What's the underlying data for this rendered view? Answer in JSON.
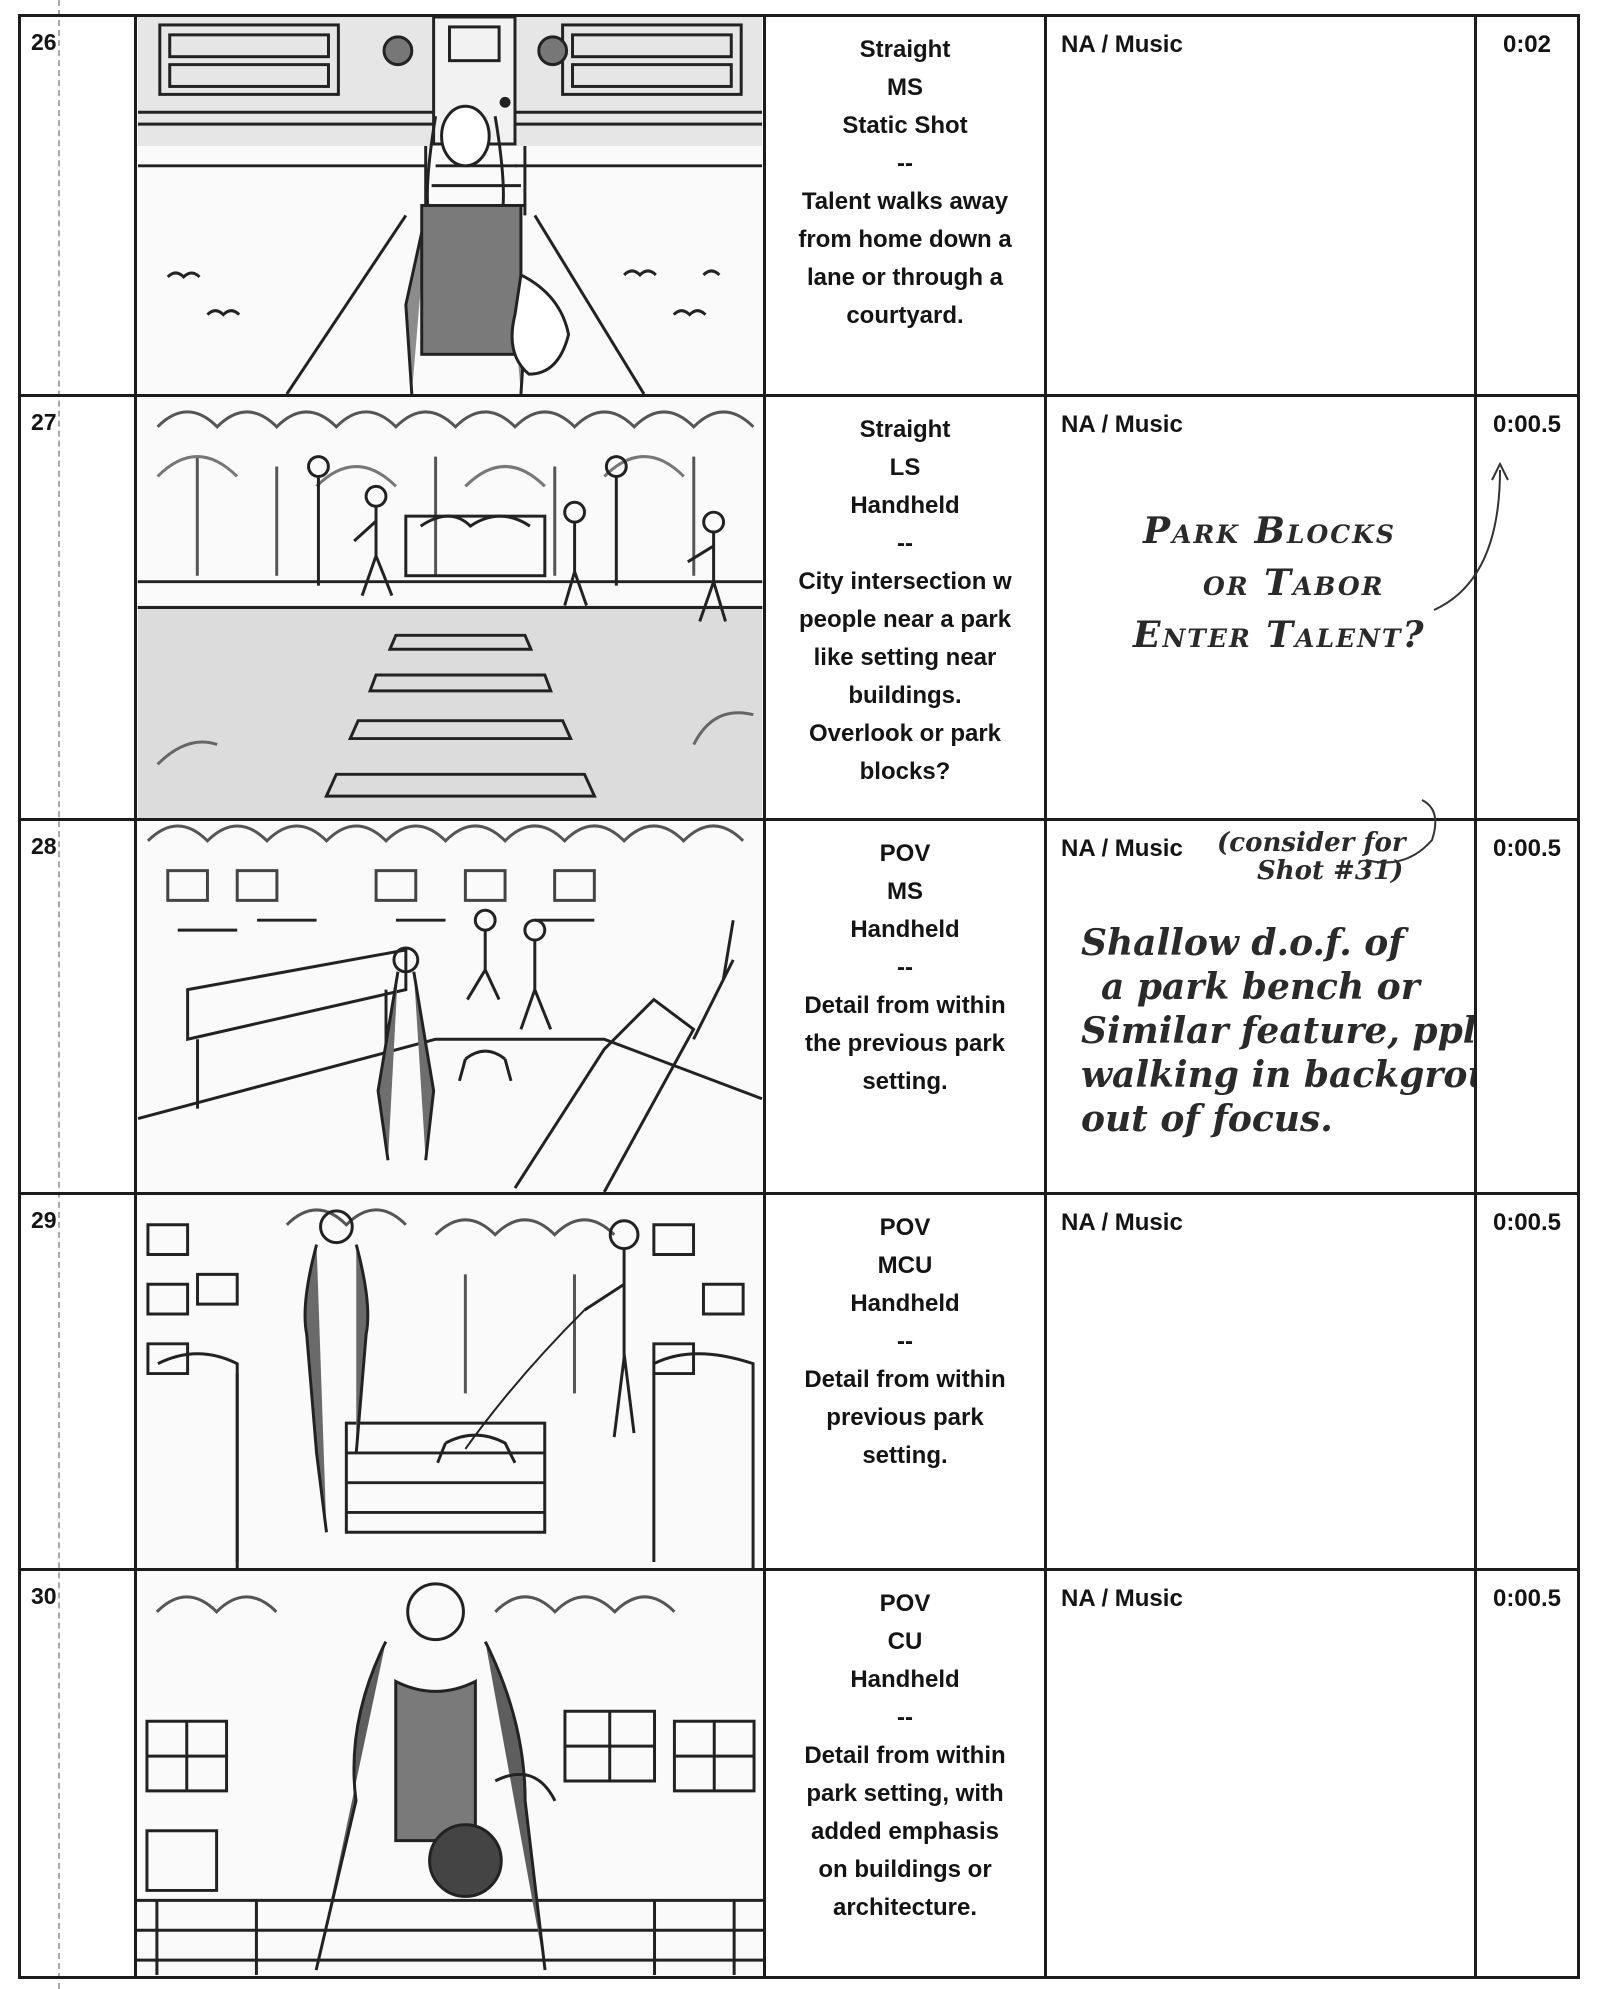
{
  "shots": [
    {
      "number": "26",
      "lines": [
        "Straight",
        "MS",
        "Static Shot",
        "--",
        "Talent walks away",
        "from home down a",
        "lane or through a",
        "courtyard."
      ],
      "audio": "NA / Music",
      "duration": "0:02",
      "notes": []
    },
    {
      "number": "27",
      "lines": [
        "Straight",
        "LS",
        "Handheld",
        "--",
        "City intersection w",
        "people near a park",
        "like setting near",
        "buildings.",
        "Overlook or park",
        "blocks?"
      ],
      "audio": "NA / Music",
      "duration": "0:00.5",
      "notes": [
        "Park Blocks",
        "or Tabor",
        "Enter Talent?"
      ]
    },
    {
      "number": "28",
      "lines": [
        "POV",
        "MS",
        "Handheld",
        "--",
        "Detail from within",
        "the previous park",
        "setting."
      ],
      "audio": "NA / Music",
      "duration": "0:00.5",
      "aside": [
        "(consider for",
        "Shot #31)"
      ],
      "notes": [
        "Shallow d.o.f. of",
        "a park bench or",
        "Similar feature, ppl",
        "walking in background",
        "out of focus."
      ]
    },
    {
      "number": "29",
      "lines": [
        "POV",
        "MCU",
        "Handheld",
        "--",
        "Detail from within",
        "previous park",
        "setting."
      ],
      "audio": "NA / Music",
      "duration": "0:00.5",
      "notes": []
    },
    {
      "number": "30",
      "lines": [
        "POV",
        "CU",
        "Handheld",
        "--",
        "Detail from within",
        "park setting, with",
        "added emphasis",
        "on buildings or",
        "architecture."
      ],
      "audio": "NA / Music",
      "duration": "0:00.5",
      "notes": []
    }
  ]
}
